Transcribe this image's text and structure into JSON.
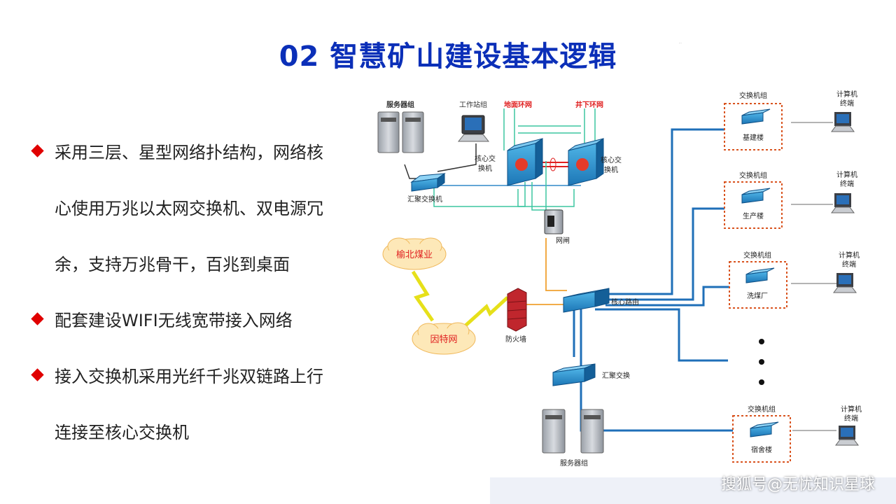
{
  "title": "02 智慧矿山建设基本逻辑",
  "tiny_note": "...",
  "bullets": [
    {
      "line1": "采用三层、星型网络扑结构，网络核",
      "line2": "心使用万兆以太网交换机、双电源冗",
      "line3": "余，支持万兆骨干，百兆到桌面"
    },
    {
      "line1": "配套建设WIFI无线宽带接入网络"
    },
    {
      "line1": "接入交换机采用光纤千兆双链路上行",
      "line2": "连接至核心交换机"
    }
  ],
  "diagram": {
    "server_group_top": "服务器组",
    "workstation_group": "工作站组",
    "ground_ring": "地面环网",
    "underground_ring": "井下环网",
    "core_switch_left": [
      "核心交",
      "换机"
    ],
    "core_switch_right": [
      "核心交",
      "换机"
    ],
    "aggregation_switch_top": "汇聚交换机",
    "gateway": "网闸",
    "yubei_coal": "榆北煤业",
    "internet": "因特网",
    "firewall": "防火墙",
    "core_router": "核心路由",
    "aggregation_switch_bottom": "汇聚交换",
    "server_group_bottom": "服务器组",
    "buildings": [
      {
        "group": "交换机组",
        "name": "基建楼",
        "terminal": [
          "计算机",
          "终端"
        ]
      },
      {
        "group": "交换机组",
        "name": "生产楼",
        "terminal": [
          "计算机",
          "终端"
        ]
      },
      {
        "group": "交换机组",
        "name": "洗煤厂",
        "terminal": [
          "计算机",
          "终端"
        ]
      },
      {
        "group": "交换机组",
        "name": "宿舍楼",
        "terminal": [
          "计算机",
          "终端"
        ]
      }
    ]
  },
  "watermark": "搜狐号@无忧知识星球",
  "colors": {
    "title": "#0b2fb8",
    "bullet": "#e00000",
    "link": "#1f6fb8",
    "dotted_box": "#d9531e"
  }
}
